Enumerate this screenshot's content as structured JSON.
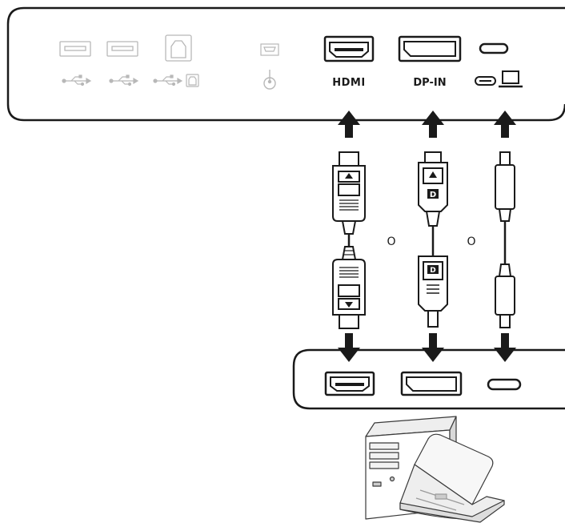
{
  "monitor_panel": {
    "ports": {
      "hdmi_label": "HDMI",
      "dp_label": "DP-IN",
      "usb_icon": "usb-icon",
      "usb_b_icon": "usb-b-icon",
      "audio_icon": "headphone-jack-icon",
      "laptop_icon": "laptop-icon"
    }
  },
  "connectors": {
    "or_label_left": "O",
    "or_label_right": "O"
  },
  "colors": {
    "line": "#1a1a1a",
    "faded": "#b8b8b8",
    "fill": "#ffffff"
  }
}
